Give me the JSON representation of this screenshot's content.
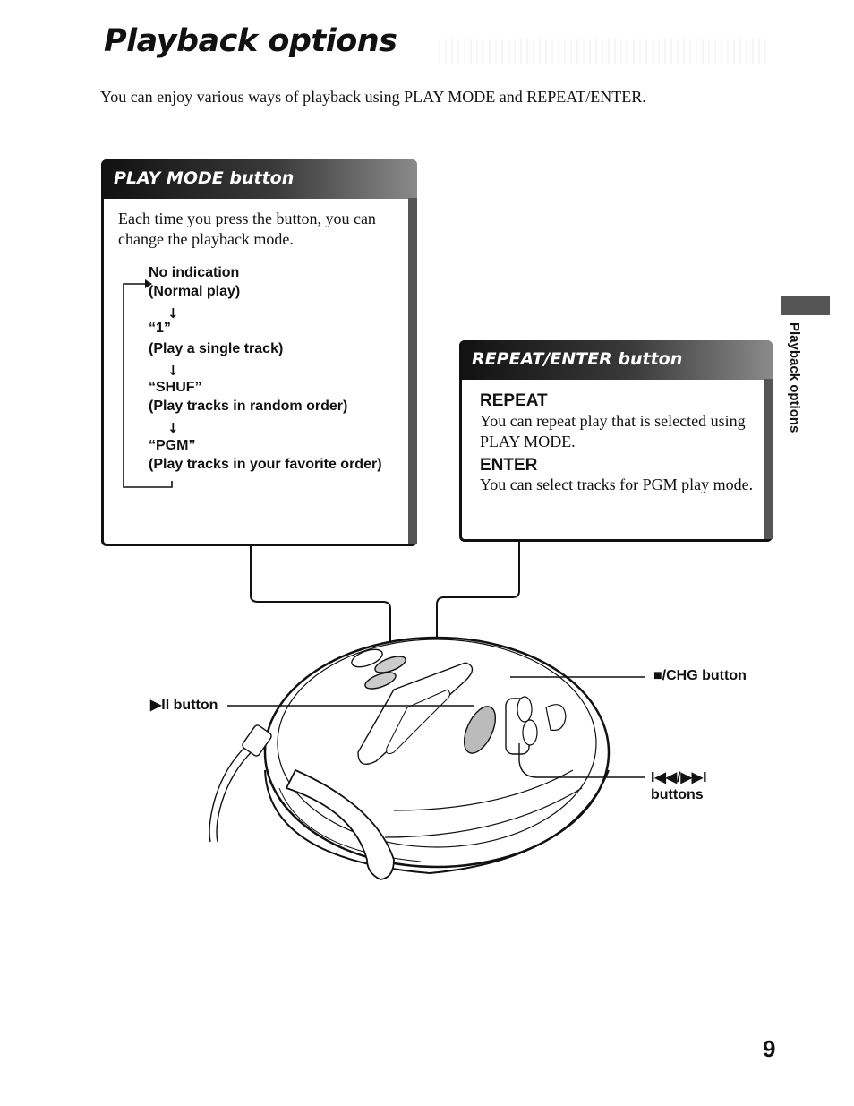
{
  "page": {
    "title": "Playback options",
    "intro": "You can enjoy various ways of playback using PLAY MODE and REPEAT/ENTER.",
    "page_number": "9",
    "side_label": "Playback options"
  },
  "play_mode_box": {
    "heading": "PLAY MODE button",
    "description": "Each time you press the button, you can change the playback mode.",
    "sequence": [
      {
        "label": "No indication",
        "sub": "(Normal play)"
      },
      {
        "label": "“1”",
        "sub": "(Play a single track)"
      },
      {
        "label": "“SHUF”",
        "sub": "(Play tracks in random order)"
      },
      {
        "label": "“PGM”",
        "sub": "(Play tracks in your favorite order)"
      }
    ]
  },
  "repeat_box": {
    "heading": "REPEAT/ENTER button",
    "repeat_title": "REPEAT",
    "repeat_text": "You can repeat play that is selected using PLAY MODE.",
    "enter_title": "ENTER",
    "enter_text": "You can select tracks for PGM play mode."
  },
  "callouts": {
    "play_pause": "▶II button",
    "stop_chg": "■/CHG button",
    "skip_line1": "I◀◀/▶▶I",
    "skip_line2": "buttons"
  }
}
